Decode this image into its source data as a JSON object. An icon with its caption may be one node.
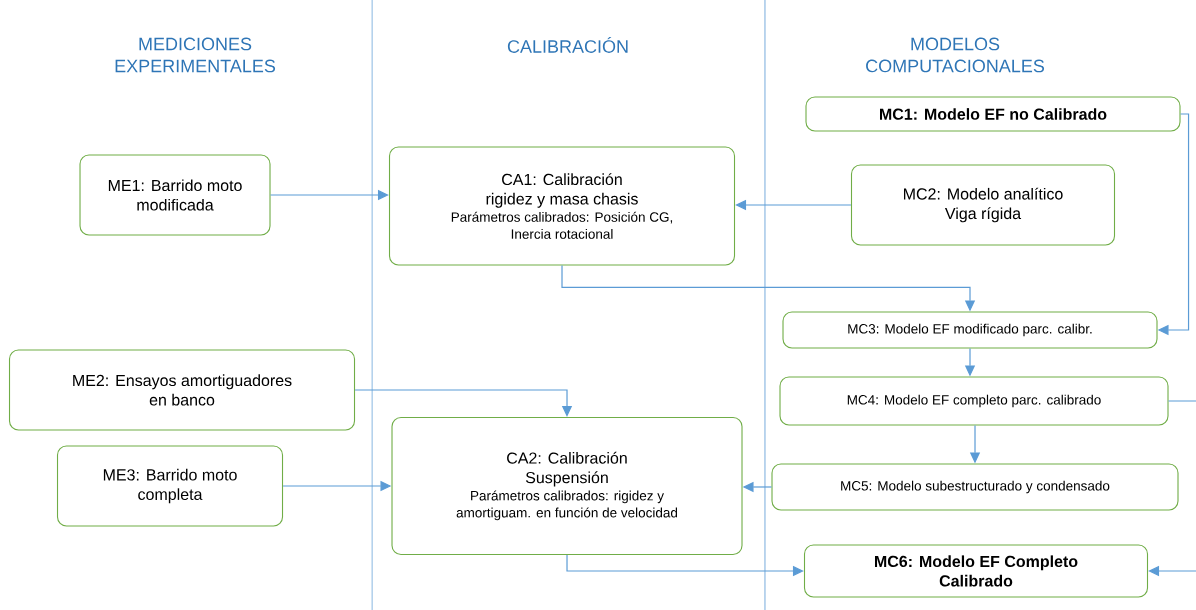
{
  "diagram": {
    "nodes": [
      {
        "text": [
          "ME1: Barrido moto modificada"
        ]
      },
      {
        "text": [
          "ME2: Ensayos amortiguadores en banco"
        ]
      },
      {
        "text": [
          "ME3: Barrido moto completa"
        ]
      },
      {
        "text": [
          "CA1: Calibración rigidez y masa chasis",
          "Parámetros calibrados: Posición CG, Inercia rotacional"
        ]
      },
      {
        "text": [
          "CA2: Calibración Suspensión",
          "Parámetros calibrados: rigidez y amortiguam. en función de velocidad"
        ]
      },
      {
        "text": [
          "MC1: Modelo EF no Calibrado"
        ]
      },
      {
        "text": [
          "MC2: Modelo analítico Viga rígida"
        ]
      },
      {
        "text": [
          "MC3: Modelo EF modificado parc. calibr."
        ]
      },
      {
        "text": [
          "MC4: Modelo EF completo parc. calibrado"
        ]
      },
      {
        "text": [
          "MC5: Modelo subestructurado y condensado"
        ]
      },
      {
        "text": [
          "MC6: Modelo EF Completo Calibrado"
        ]
      }
    ],
    "edges": [
      {
        "from": 0,
        "to": 3,
        "arrow": "to"
      },
      {
        "from": 6,
        "to": 3,
        "arrow": "to"
      },
      {
        "from": 3,
        "to": 7,
        "arrow": "to"
      },
      {
        "from": 5,
        "to": 7,
        "arrow": "to"
      },
      {
        "from": 7,
        "to": 8,
        "arrow": "to"
      },
      {
        "from": 8,
        "to": 9,
        "arrow": "to"
      },
      {
        "from": 8,
        "to": 10,
        "arrow": "to"
      },
      {
        "from": 1,
        "to": 4,
        "arrow": "to"
      },
      {
        "from": 2,
        "to": 4,
        "arrow": "to"
      },
      {
        "from": 9,
        "to": 4,
        "arrow": "to"
      },
      {
        "from": 4,
        "to": 10,
        "arrow": "to"
      }
    ],
    "labels": [
      "MEDICIONES EXPERIMENTALES",
      "CALIBRACIÓN",
      "MODELOS COMPUTACIONALES"
    ]
  }
}
